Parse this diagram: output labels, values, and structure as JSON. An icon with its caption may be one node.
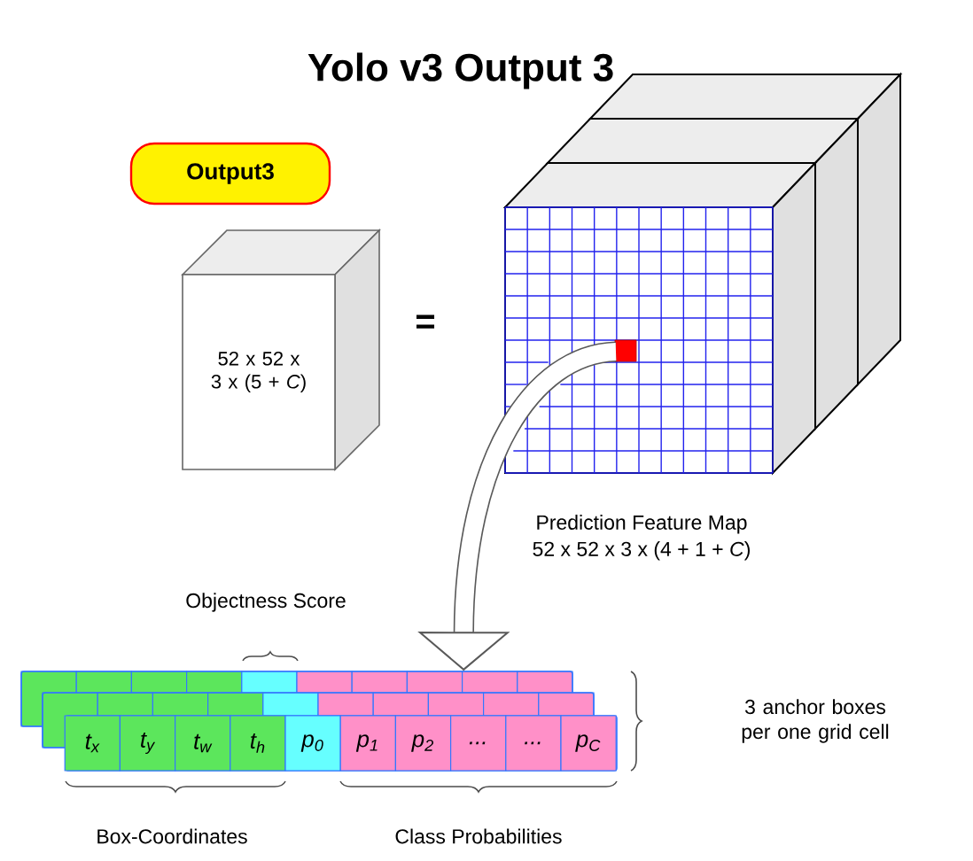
{
  "diagram": {
    "title": "Yolo v3 Output 3",
    "nodes": [
      {
        "text": [
          "Output3"
        ]
      },
      {
        "text": [
          "52 x 52 x 3 x (5 + *C*)"
        ]
      },
      {
        "text": [
          "Prediction Feature Map",
          "52 x 52 x 3 x (4 + 1 + *C*)"
        ]
      },
      {
        "text": [],
        "shape": "box",
        "in": 2
      },
      {
        "text": [],
        "shape": "bar"
      },
      {
        "text": [],
        "shape": "bar"
      },
      {
        "text": [],
        "shape": "bar"
      },
      {
        "text": [
          "t$_{x}$"
        ],
        "in": 6
      },
      {
        "text": [
          "t$_{y}$"
        ],
        "in": 6
      },
      {
        "text": [
          "t$_{w}$"
        ],
        "in": 6
      },
      {
        "text": [
          "t$_{h}$"
        ],
        "in": 6
      },
      {
        "text": [
          "p$_{0}$"
        ],
        "in": 6
      },
      {
        "text": [
          "p$_{1}$"
        ],
        "in": 6
      },
      {
        "text": [
          "p$_{2}$"
        ],
        "in": 6
      },
      {
        "text": [
          "..."
        ],
        "in": 6
      },
      {
        "text": [
          "..."
        ],
        "in": 6
      },
      {
        "text": [
          "p$_{C}$"
        ],
        "in": 6
      }
    ],
    "edges": [
      {
        "from": 3,
        "to": 4,
        "arrow": "to"
      }
    ],
    "labels": [
      "=",
      "Objectness Score",
      "3 anchor boxes per one grid cell",
      "Box-Coordinates",
      "Class Probabilities"
    ]
  }
}
